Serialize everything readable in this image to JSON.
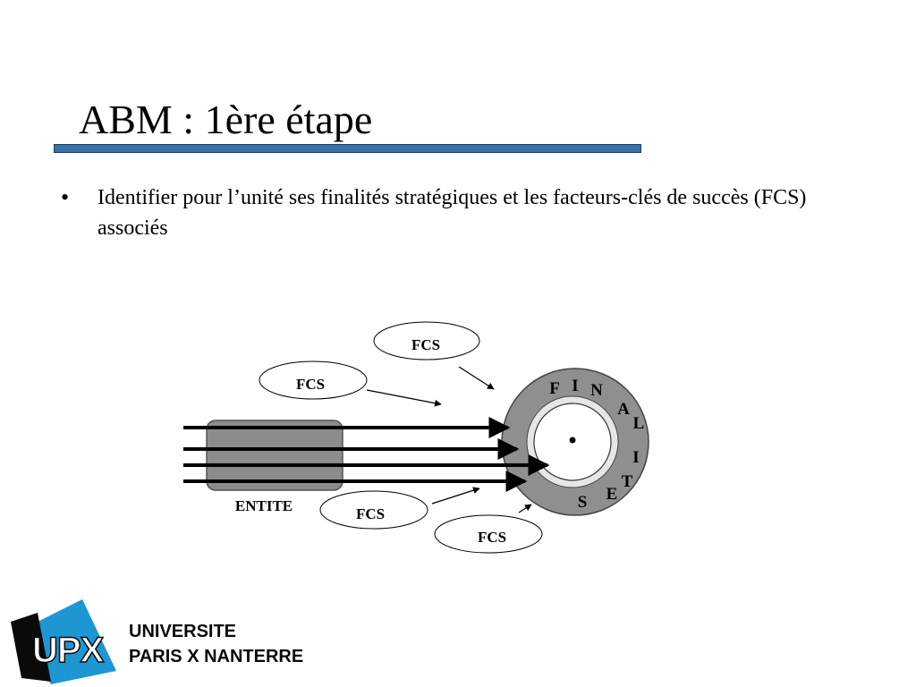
{
  "slide": {
    "title": "ABM : 1ère étape",
    "bullets": [
      {
        "marker": "•",
        "text": "Identifier pour l’unité ses finalités stratégiques et les facteurs-clés de succès (FCS) associés"
      }
    ]
  },
  "diagram": {
    "entity_label": "ENTITE",
    "fcs_bubbles": [
      "FCS",
      "FCS",
      "FCS",
      "FCS"
    ],
    "ring_letters": [
      "F",
      "I",
      "N",
      "A",
      "L",
      "I",
      "T",
      "E",
      "S"
    ],
    "colors": {
      "entity_fill": "#8c8c8c",
      "ring_outer": "#8f8f8f",
      "ring_inner": "#e6e6e6",
      "title_rule": "#3a6fa8"
    }
  },
  "logo": {
    "mark": "UPX",
    "line1": "UNIVERSITE",
    "line2": "PARIS X NANTERRE",
    "colors": {
      "blue": "#1e96d2",
      "dark": "#0a0a0a"
    }
  }
}
